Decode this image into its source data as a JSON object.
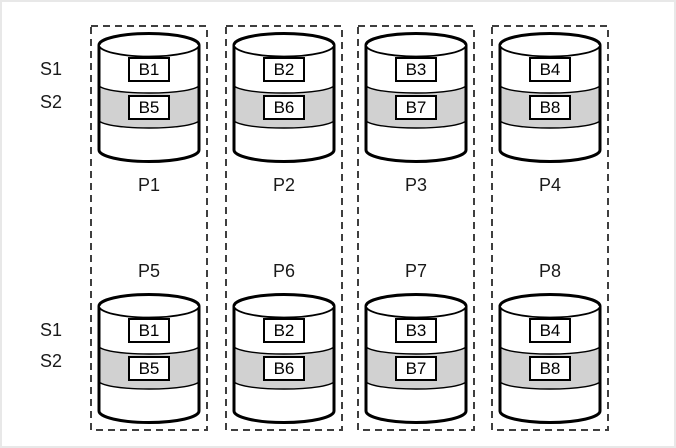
{
  "colors": {
    "stripe_band_fill": "#d1d1d1",
    "outline": "#000000",
    "dashed_line": "#3f3f3f",
    "page_border": "#e8e8e8"
  },
  "stripe_labels": {
    "s1": "S1",
    "s2": "S2"
  },
  "mirror_groups": [
    {
      "top_disk": {
        "name": "P1",
        "stripe1_block": "B1",
        "stripe2_block": "B5"
      },
      "bottom_disk": {
        "name": "P5",
        "stripe1_block": "B1",
        "stripe2_block": "B5"
      }
    },
    {
      "top_disk": {
        "name": "P2",
        "stripe1_block": "B2",
        "stripe2_block": "B6"
      },
      "bottom_disk": {
        "name": "P6",
        "stripe1_block": "B2",
        "stripe2_block": "B6"
      }
    },
    {
      "top_disk": {
        "name": "P3",
        "stripe1_block": "B3",
        "stripe2_block": "B7"
      },
      "bottom_disk": {
        "name": "P7",
        "stripe1_block": "B3",
        "stripe2_block": "B7"
      }
    },
    {
      "top_disk": {
        "name": "P4",
        "stripe1_block": "B4",
        "stripe2_block": "B8"
      },
      "bottom_disk": {
        "name": "P8",
        "stripe1_block": "B4",
        "stripe2_block": "B8"
      }
    }
  ]
}
